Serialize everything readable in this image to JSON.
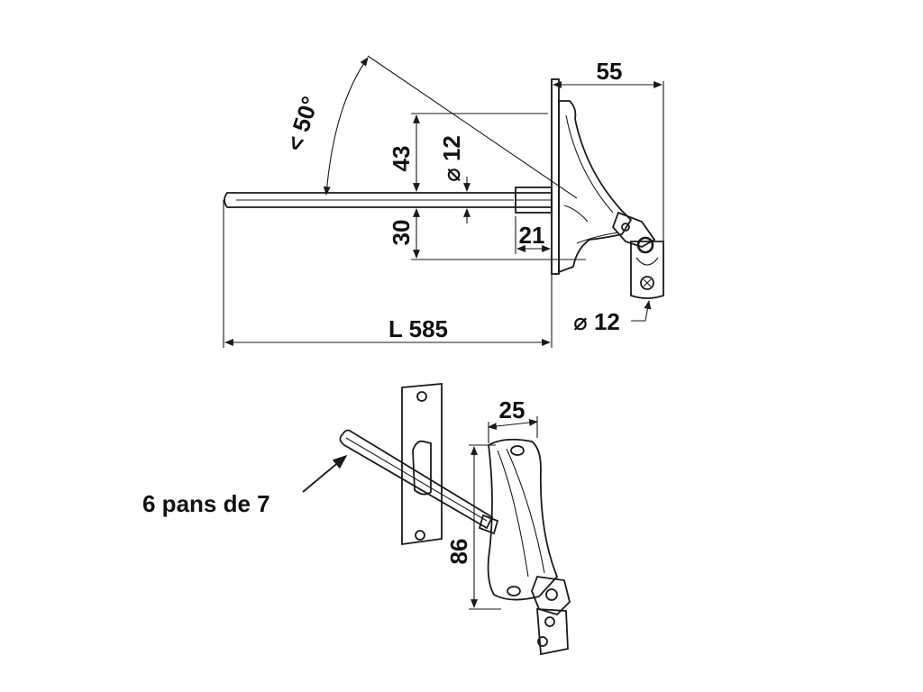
{
  "top_view": {
    "dims": {
      "width_55": "55",
      "angle": "< 50°",
      "height_43": "43",
      "dia_12_top": "⌀ 12",
      "height_30": "30",
      "length_21": "21",
      "dia_12_bottom": "⌀ 12",
      "length_total": "L 585"
    }
  },
  "iso_view": {
    "dims": {
      "width_25": "25",
      "height_86": "86"
    },
    "note": "6 pans de 7"
  },
  "colors": {
    "line": "#1a1a1a",
    "shade": "#cfcfcf",
    "dark_shade": "#8a8a8a"
  }
}
